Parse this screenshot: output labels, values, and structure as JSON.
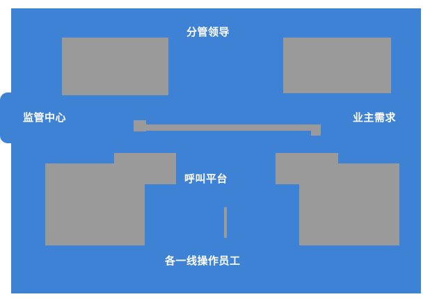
{
  "diagram": {
    "type": "flow-diagram",
    "background_color": "#3d82d4",
    "block_color": "#9a9a9a",
    "text_color": "#ffffff",
    "labels": {
      "top": "分管领导",
      "left": "监管中心",
      "right": "业主需求",
      "center": "呼叫平台",
      "bottom": "各一线操作员工"
    },
    "blocks": [
      {
        "name": "top-left-block"
      },
      {
        "name": "top-right-block"
      },
      {
        "name": "center-connector-bar"
      },
      {
        "name": "bottom-left-block"
      },
      {
        "name": "bottom-right-block"
      },
      {
        "name": "center-tick-mark"
      }
    ]
  }
}
